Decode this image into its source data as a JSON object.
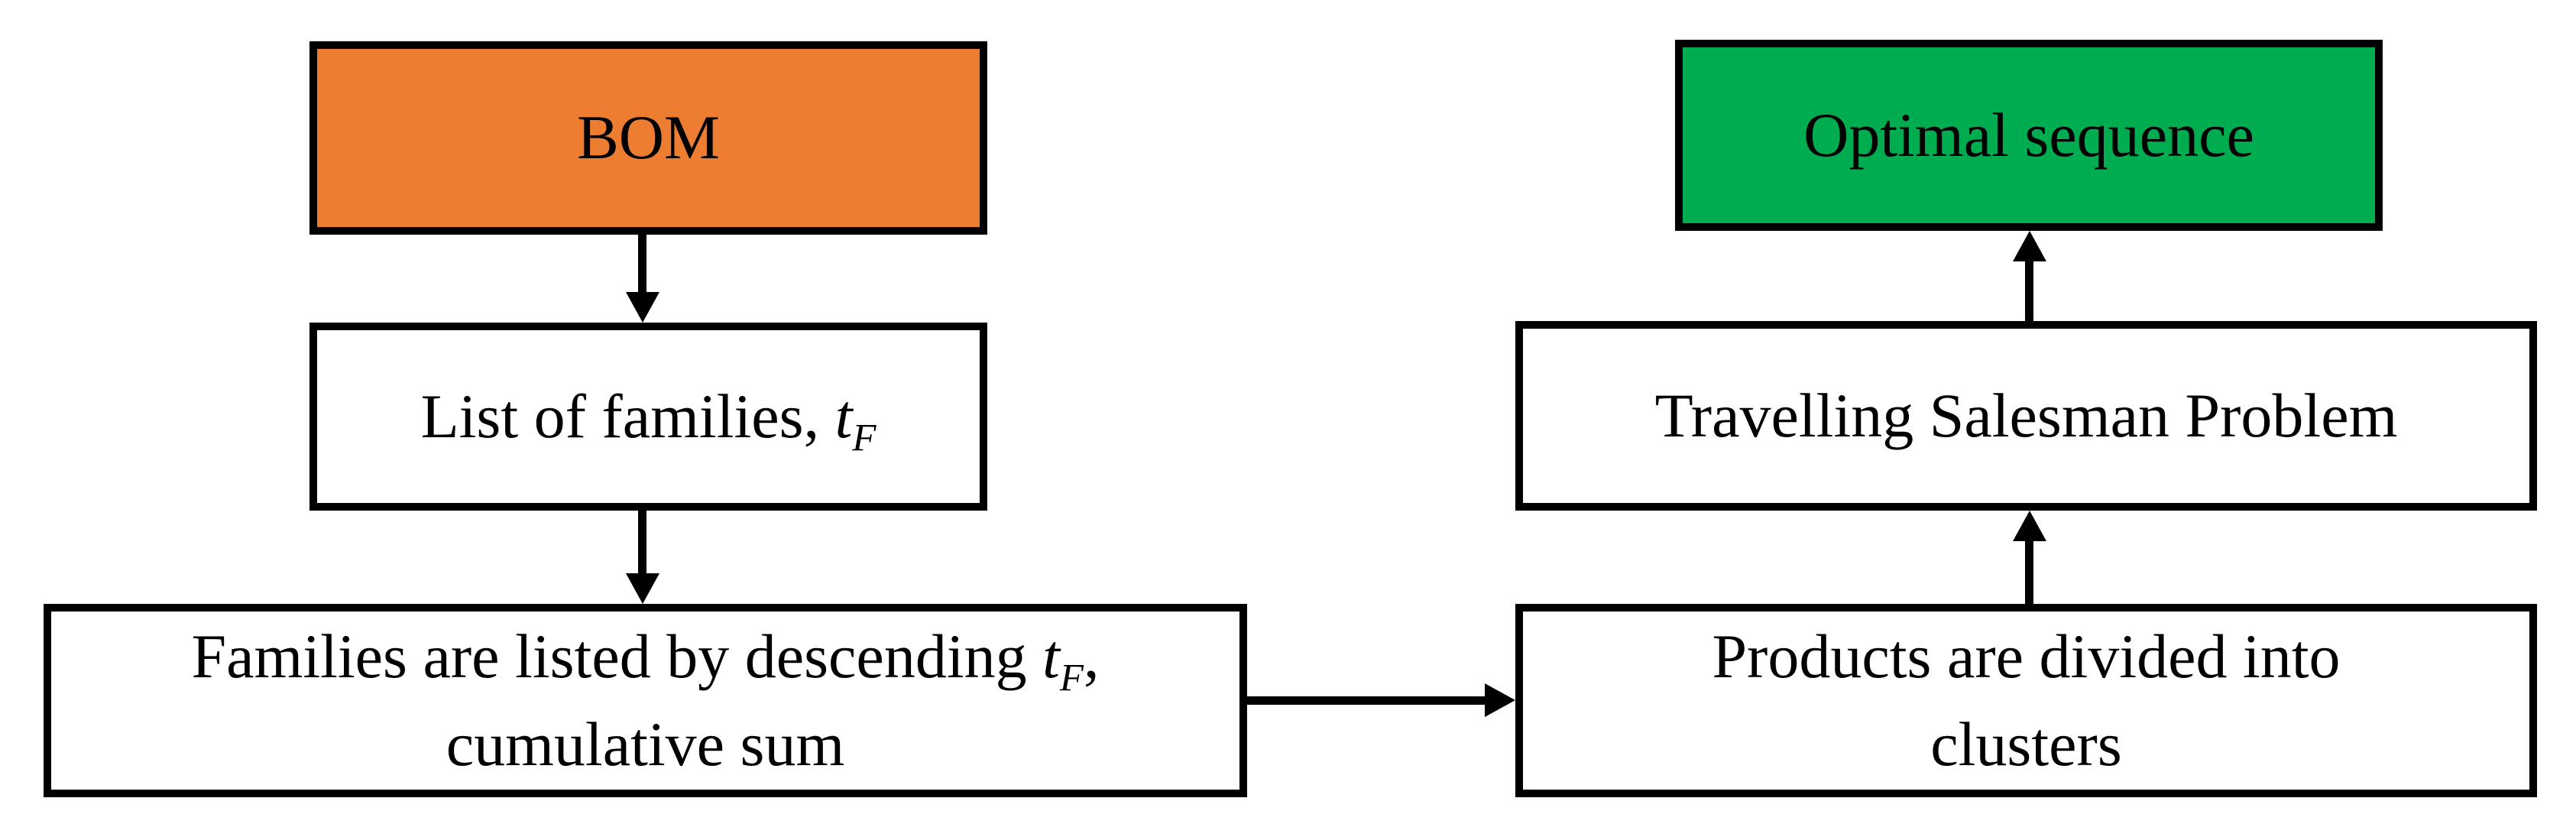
{
  "flowchart": {
    "nodes": {
      "bom": {
        "label": "BOM"
      },
      "list_families": {
        "text": "List of families, ",
        "var": "t",
        "var_sub": "F"
      },
      "families_sorted": {
        "line1_text": "Families are listed by descending ",
        "var": "t",
        "var_sub": "F",
        "line1_suffix": ",",
        "line2": "cumulative sum"
      },
      "products_clusters": {
        "line1": "Products are divided into",
        "line2": "clusters"
      },
      "tsp": {
        "label": "Travelling Salesman Problem"
      },
      "optimal": {
        "label": "Optimal sequence"
      }
    },
    "colors": {
      "bom_fill": "#ED7D31",
      "optimal_fill": "#00AC50",
      "node_fill": "#FFFFFF",
      "border": "#000000",
      "arrow": "#000000",
      "text": "#000000"
    },
    "edges": [
      {
        "from": "bom",
        "to": "list_families",
        "direction": "down"
      },
      {
        "from": "list_families",
        "to": "families_sorted",
        "direction": "down"
      },
      {
        "from": "families_sorted",
        "to": "products_clusters",
        "direction": "right"
      },
      {
        "from": "products_clusters",
        "to": "tsp",
        "direction": "up"
      },
      {
        "from": "tsp",
        "to": "optimal",
        "direction": "up"
      }
    ]
  }
}
